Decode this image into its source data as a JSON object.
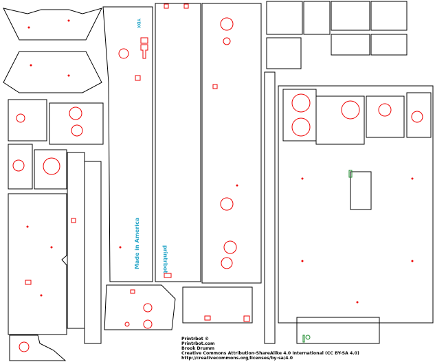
{
  "labels": {
    "version_mark": "YDX",
    "made_in": "Made in America",
    "brand_engraving": "printrbot"
  },
  "credits": {
    "line1": "Printrbot ©",
    "line2": "Printrbot.com",
    "line3": "Brook Drumm",
    "line4": "Creative Commons Attribution-ShareAlike 4.0 International (CC BY-SA 4.0)",
    "line5": "http://creativecommons.org/licenses/by-sa/4.0"
  },
  "colors": {
    "cut": "#000000",
    "holes": "#e00000",
    "engrave": "#2aa7c9",
    "marker": "#1a8a2a"
  }
}
